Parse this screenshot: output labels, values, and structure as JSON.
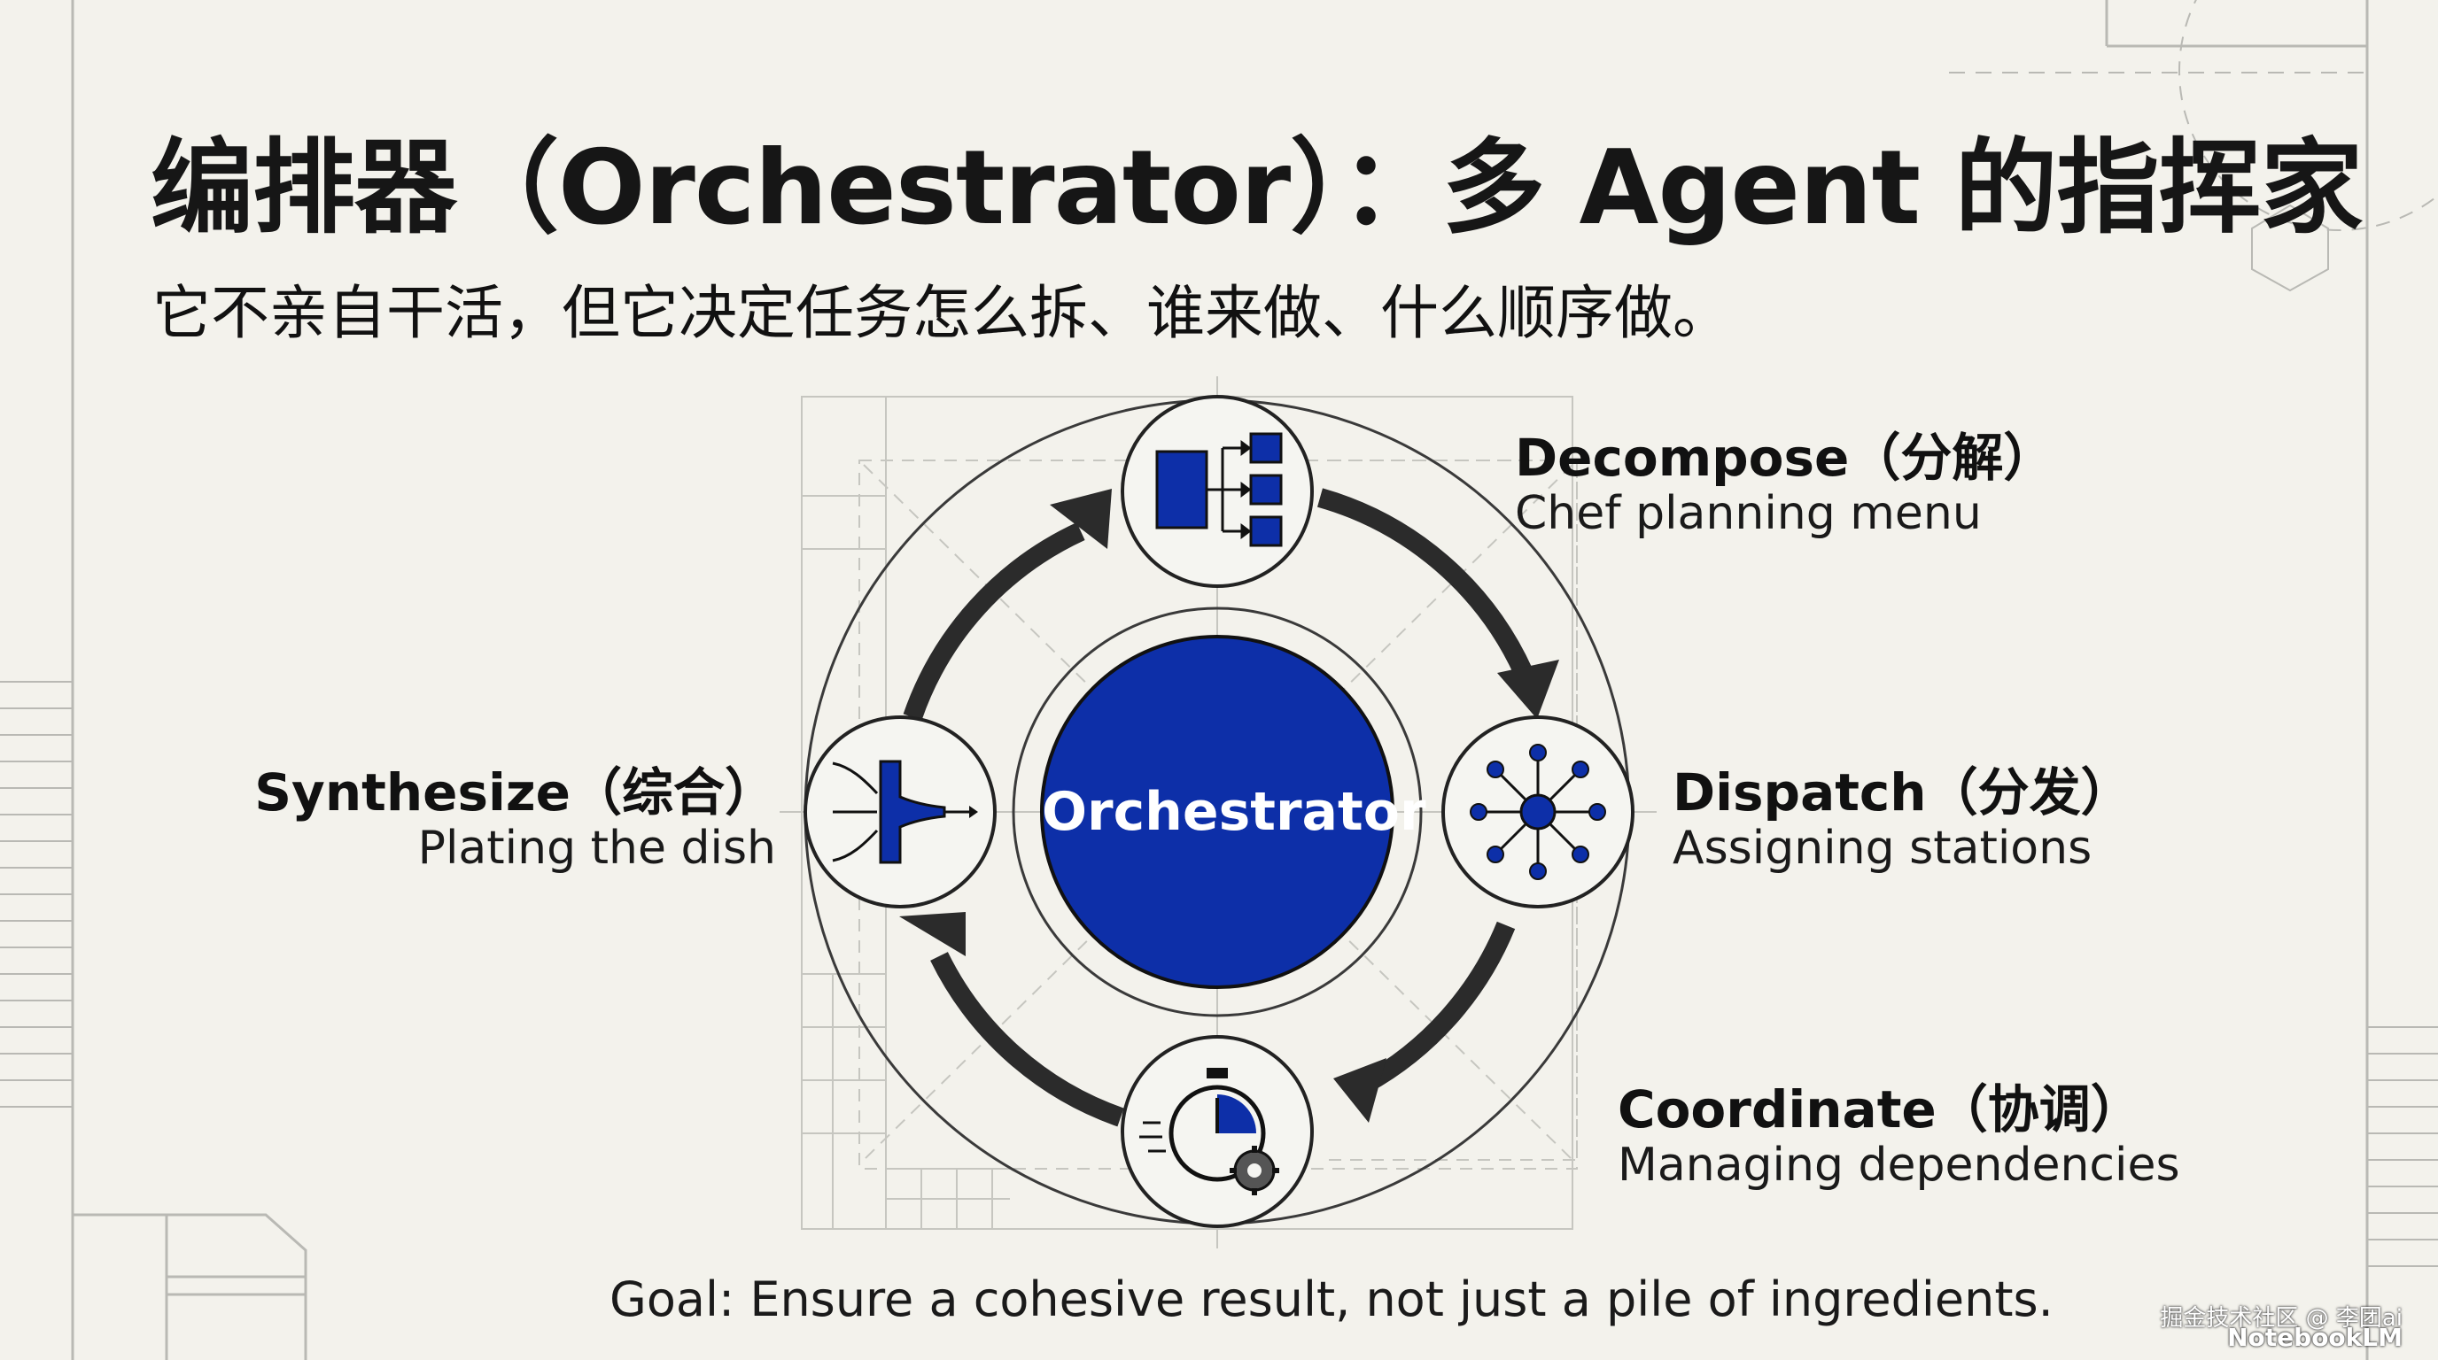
{
  "title": "编排器（Orchestrator）：多 Agent 的指挥家",
  "subtitle": "它不亲自干活，但它决定任务怎么拆、谁来做、什么顺序做。",
  "center": {
    "label": "Orchestrator"
  },
  "steps": {
    "decompose": {
      "title": "Decompose（分解）",
      "desc": "Chef planning menu",
      "icon": "decompose-icon"
    },
    "dispatch": {
      "title": "Dispatch（分发）",
      "desc": "Assigning stations",
      "icon": "dispatch-icon"
    },
    "coordinate": {
      "title": "Coordinate（协调）",
      "desc": "Managing dependencies",
      "icon": "stopwatch-gear-icon"
    },
    "synthesize": {
      "title": "Synthesize（综合）",
      "desc": "Plating the dish",
      "icon": "funnel-icon"
    }
  },
  "goal": "Goal: Ensure a cohesive result, not just a pile of ingredients.",
  "watermark": {
    "community": "掘金技术社区 @ 李团ai",
    "brand": "NotebookLM"
  },
  "colors": {
    "accent": "#0d2fa8",
    "ink": "#111111",
    "background": "#f3f2ec",
    "arrow": "#2b2b2b"
  }
}
